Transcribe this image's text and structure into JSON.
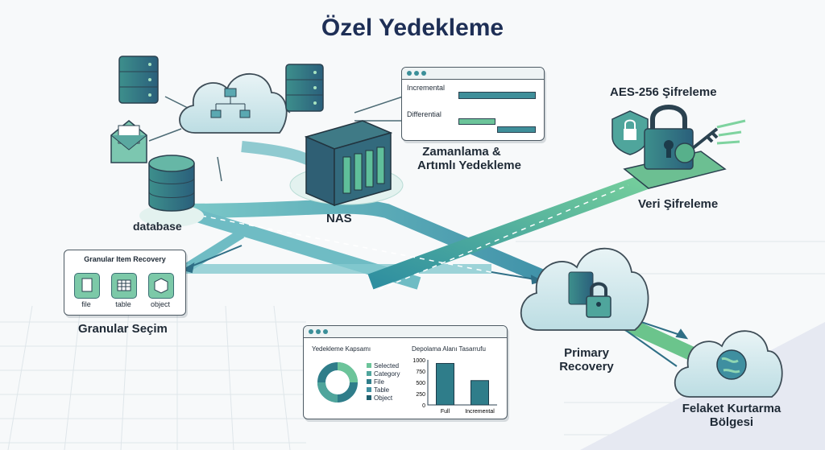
{
  "title": "Özel Yedekleme",
  "labels": {
    "database": "database",
    "nas": "NAS",
    "schedule_line1": "Zamanlama &",
    "schedule_line2": "Artımlı Yedekleme",
    "aes": "AES-256 Şifreleme",
    "encryption": "Veri Şifreleme",
    "granular_selection": "Granular Seçim",
    "primary_line1": "Primary",
    "primary_line2": "Recovery",
    "dr_line1": "Felaket Kurtarma",
    "dr_line2": "Bölgesi"
  },
  "schedule_panel": {
    "rows": [
      "Incremental",
      "Differential"
    ]
  },
  "granular_panel": {
    "title": "Granular Item Recovery",
    "items": [
      "file",
      "table",
      "object"
    ]
  },
  "scope_panel": {
    "left_title": "Yedekleme Kapsamı",
    "legend": [
      "Selected",
      "Category",
      "File",
      "Table",
      "Object"
    ],
    "right_title": "Depolama Alanı Tasarrufu"
  },
  "chart_data": {
    "type": "bar",
    "title": "Depolama Alanı Tasarrufu",
    "categories": [
      "Full",
      "Incremental"
    ],
    "values": [
      920,
      540
    ],
    "yticks": [
      0,
      250,
      500,
      750,
      1000
    ],
    "ylim": [
      0,
      1000
    ]
  },
  "colors": {
    "accent_teal": "#2f8f9a",
    "accent_green": "#6cc48f",
    "dark_navy": "#1e2f56",
    "outline": "#3e4d57"
  }
}
